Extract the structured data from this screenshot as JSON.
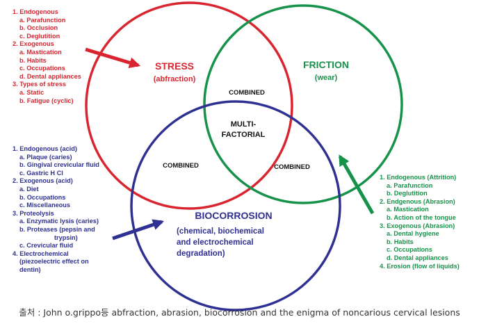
{
  "colors": {
    "stress": "#d9252f",
    "friction": "#17924a",
    "biocorrosion": "#2e3192",
    "overlap_text": "#111111"
  },
  "circles": {
    "stress": {
      "title": "STRESS",
      "subtitle": "(abfraction)"
    },
    "friction": {
      "title": "FRICTION",
      "subtitle": "(wear)"
    },
    "biocorrosion": {
      "title": "BIOCORROSION",
      "subtitle_lines": [
        "(chemical, biochemical",
        "and electrochemical",
        "degradation)"
      ]
    }
  },
  "overlaps": {
    "stress_friction": "COMBINED",
    "stress_biocorrosion": "COMBINED",
    "friction_biocorrosion": "COMBINED",
    "center_lines": [
      "MULTI-",
      "FACTORIAL"
    ]
  },
  "lists": {
    "stress": [
      "1. Endogenous",
      "a. Parafunction",
      "b. Occlusion",
      "c. Deglutition",
      "2. Exogenous",
      "a. Mastication",
      "b. Habits",
      "c. Occupations",
      "d. Dental appliances",
      "3. Types of stress",
      "a. Static",
      "b. Fatigue (cyclic)"
    ],
    "biocorrosion": [
      "1. Endogenous (acid)",
      "a. Plaque (caries)",
      "b. Gingival crevicular fluid",
      "c. Gastric H Cl",
      "2. Exogenous (acid)",
      "a. Diet",
      "b. Occupations",
      "c. Miscellaneous",
      "3. Proteolysis",
      "a. Enzymatic lysis (caries)",
      "b. Proteases (pepsin and",
      "trypsin)",
      "c. Crevicular fluid",
      "4. Electrochemical",
      "(piezoelectric effect  on",
      "dentin)"
    ],
    "friction": [
      "1. Endogenous (Attrition)",
      "a. Parafunction",
      "b. Deglutition",
      "2. Endgenous (Abrasion)",
      "a. Mastication",
      "b. Action of the tongue",
      "3. Exogenous (Abrasion)",
      "a. Dental hygiene",
      "b. Habits",
      "c. Occupations",
      "d. Dental appliances",
      "4. Erosion (flow of liquids)"
    ]
  },
  "caption": "출처 : John o.grippo등 abfraction, abrasion, biocorrosion and the enigma of noncarious cervical lesions"
}
